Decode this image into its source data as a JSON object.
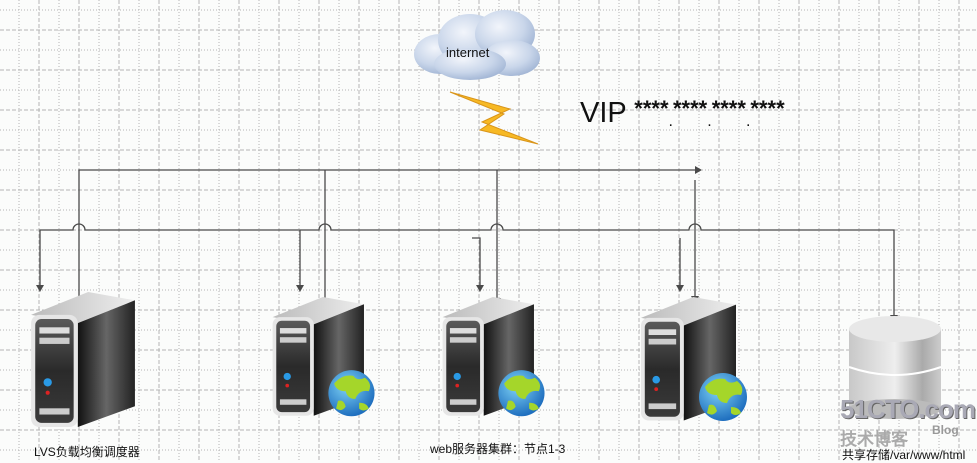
{
  "diagram": {
    "internet_label": "internet",
    "vip": {
      "prefix": "VIP",
      "octets": [
        "****",
        "****",
        "****",
        "****"
      ],
      "separator": "."
    },
    "nodes": [
      {
        "id": "lvs",
        "type": "server",
        "has_globe": false
      },
      {
        "id": "web1",
        "type": "server",
        "has_globe": true
      },
      {
        "id": "web2",
        "type": "server",
        "has_globe": true
      },
      {
        "id": "web3",
        "type": "server",
        "has_globe": true
      },
      {
        "id": "storage",
        "type": "database"
      }
    ],
    "labels": {
      "lvs": "LVS负载均衡调度器",
      "web": "web服务器集群：节点1-3",
      "storage": "共享存储/var/www/html"
    },
    "watermark": {
      "brand": "51CTO.com",
      "sub": "技术博客",
      "blog": "Blog"
    },
    "colors": {
      "wire": "#4a4a4a",
      "grid": "#b5b5b5",
      "bolt": "#f7b924",
      "cloud": "#b9c9df"
    }
  }
}
